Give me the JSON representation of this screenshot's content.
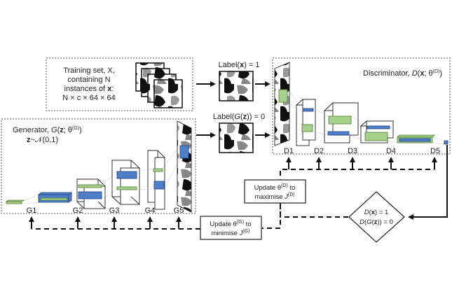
{
  "training_set": {
    "line1": "Training set, X,",
    "line2": "containing N",
    "line3_pre": "instances of ",
    "line3_bold": "x",
    "line3_post": ":",
    "line4": "N × c × 64 × 64"
  },
  "generator": {
    "title_pre": "Generator, ",
    "title_italic": "G",
    "title_paren_open": "(",
    "title_bold": "z",
    "title_mid": "; θ",
    "title_sup": "(G)",
    "title_close": ")",
    "dist_bold": "z",
    "dist_rest": "~𝒩(0,1)",
    "layers": [
      "G1",
      "G2",
      "G3",
      "G4",
      "G5"
    ]
  },
  "discriminator": {
    "title_pre": "Discriminator, ",
    "title_italic": "D",
    "title_paren_open": "(",
    "title_bold": "x",
    "title_mid": "; θ",
    "title_sup": "(D)",
    "title_close": ")",
    "layers": [
      "D1",
      "D2",
      "D3",
      "D4",
      "D5"
    ]
  },
  "labels": {
    "real_pre": "Label(",
    "real_bold": "x",
    "real_post": ") = 1",
    "fake_pre": "Label(",
    "fake_italic": "G",
    "fake_mid": "(",
    "fake_bold": "z",
    "fake_post": ")) = 0"
  },
  "update_d": {
    "line1_pre": "Update θ",
    "line1_sup": "(D)",
    "line1_post": " to",
    "line2_pre": "maximise ",
    "line2_italic": "J",
    "line2_sup": "(D)"
  },
  "update_g": {
    "line1_pre": "Update θ",
    "line1_sup": "(G)",
    "line1_post": " to",
    "line2_pre": "minimise ",
    "line2_italic": "J",
    "line2_sup": "(G)"
  },
  "decision": {
    "line1_italic": "D",
    "line1_open": "(",
    "line1_bold": "x",
    "line1_post": ") = 1",
    "line2_italic_d": "D",
    "line2_open": "(",
    "line2_italic_g": "G",
    "line2_open2": "(",
    "line2_bold": "z",
    "line2_post": ")) = 0"
  },
  "colors": {
    "green_block": "#a8d08d",
    "blue_block": "#4f7fc9"
  }
}
